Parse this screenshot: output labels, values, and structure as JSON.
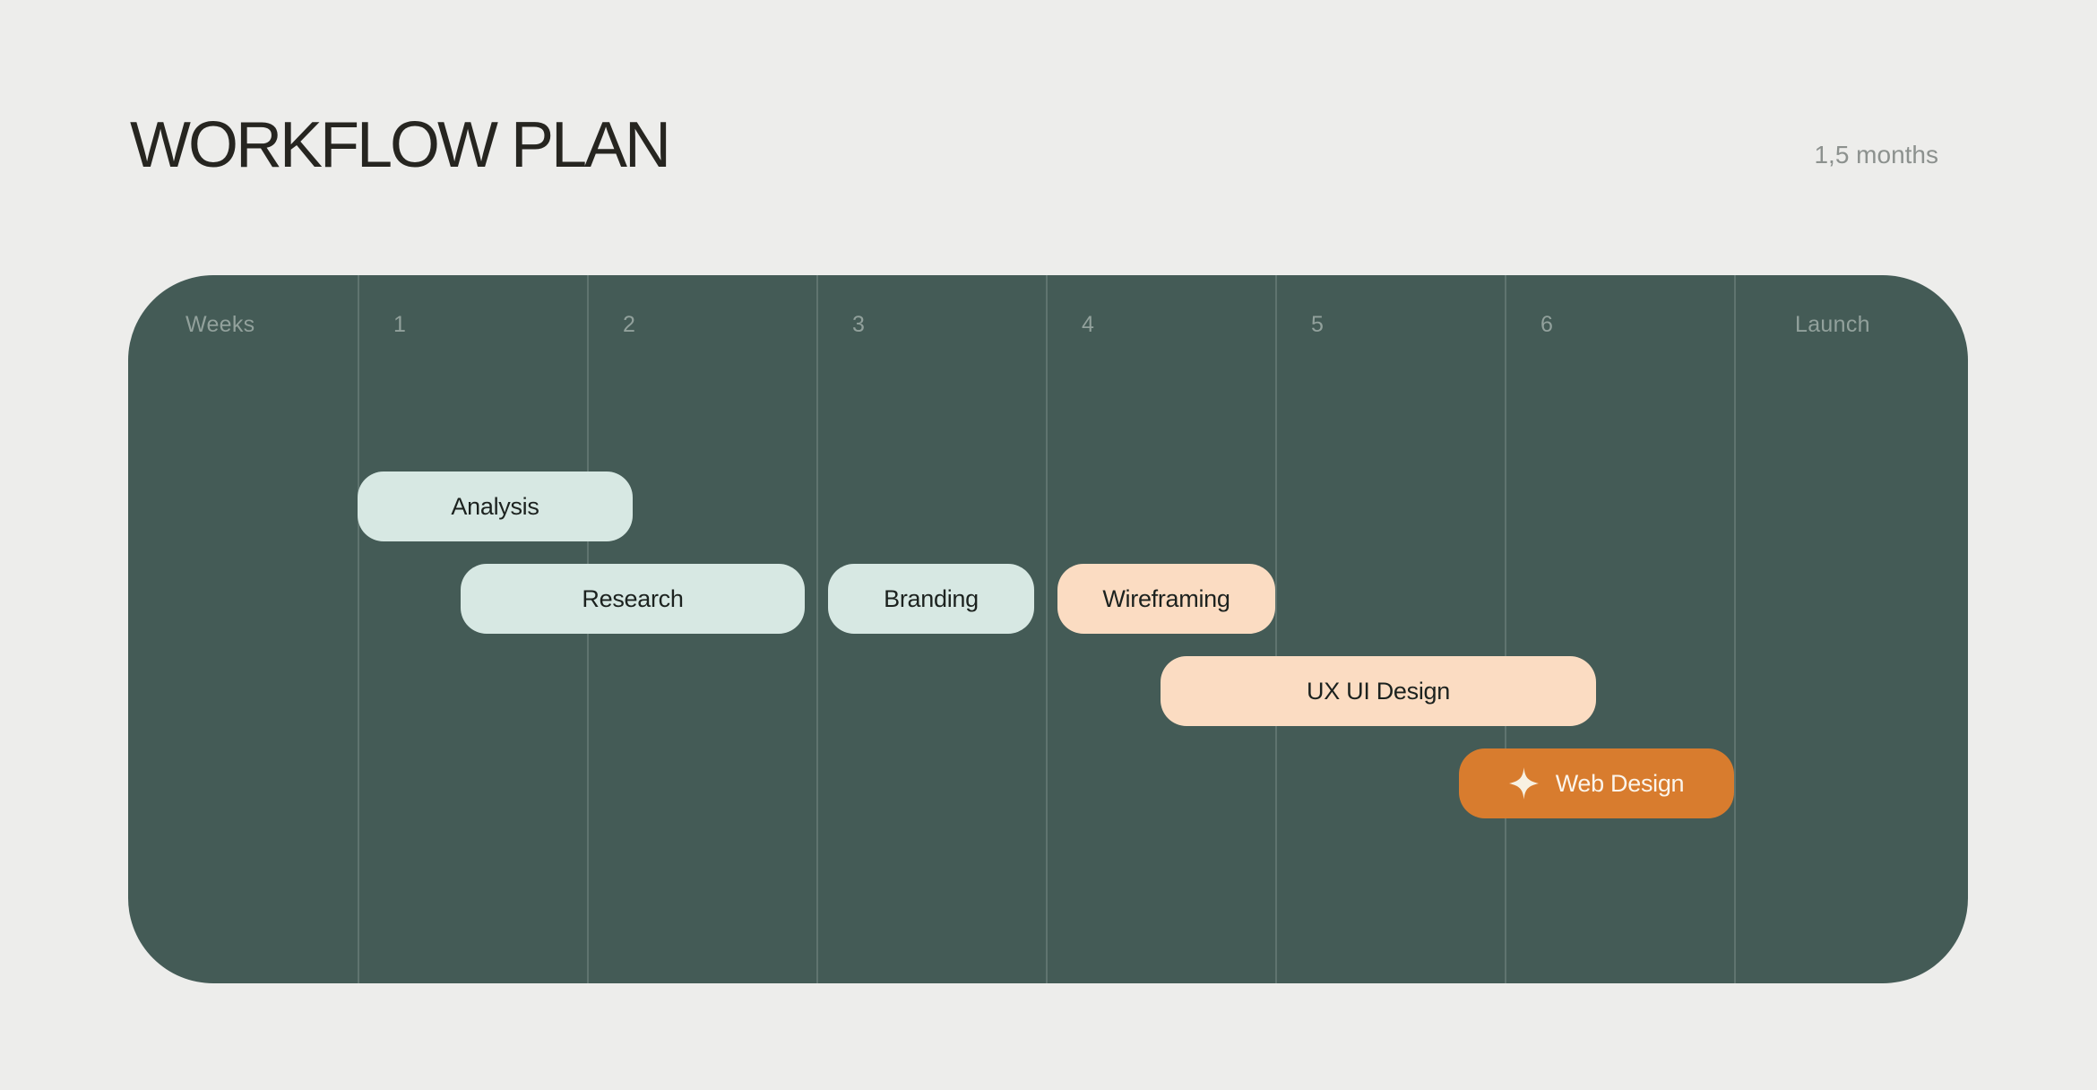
{
  "header": {
    "title": "WORKFLOW PLAN",
    "duration": "1,5 months"
  },
  "timeline": {
    "columns": [
      "Weeks",
      "1",
      "2",
      "3",
      "4",
      "5",
      "6",
      "Launch"
    ]
  },
  "chart_data": {
    "type": "bar",
    "subtype": "gantt-timeline",
    "title": "WORKFLOW PLAN",
    "duration_label": "1,5 months",
    "x_axis": {
      "label": "Weeks",
      "week_ticks": [
        "1",
        "2",
        "3",
        "4",
        "5",
        "6"
      ],
      "end_label": "Launch",
      "range_weeks": [
        1,
        7
      ],
      "grid": "vertical-week-dividers",
      "legend": false
    },
    "series": [
      {
        "name": "Analysis",
        "start_week": 1.0,
        "end_week": 2.2,
        "row": 1,
        "variant": "mint"
      },
      {
        "name": "Research",
        "start_week": 1.45,
        "end_week": 2.95,
        "row": 2,
        "variant": "mint"
      },
      {
        "name": "Branding",
        "start_week": 3.05,
        "end_week": 3.95,
        "row": 2,
        "variant": "mint"
      },
      {
        "name": "Wireframing",
        "start_week": 4.05,
        "end_week": 5.0,
        "row": 2,
        "variant": "peach"
      },
      {
        "name": "UX UI Design",
        "start_week": 4.5,
        "end_week": 6.4,
        "row": 3,
        "variant": "peach"
      },
      {
        "name": "Web Design",
        "start_week": 5.8,
        "end_week": 7.0,
        "row": 4,
        "variant": "orange",
        "icon": "sparkle-icon"
      }
    ]
  },
  "colors": {
    "page_bg": "#EDEDEB",
    "panel": "#445B56",
    "divider": "#5F746F",
    "column_label": "#92A19C",
    "title_text": "#262520",
    "duration_text": "#8C918E",
    "task_mint": "#D7E8E3",
    "task_peach": "#FBDCC2",
    "task_orange": "#D87C2E",
    "task_text_dark": "#1C221F",
    "task_text_light": "#FBF5EC"
  }
}
